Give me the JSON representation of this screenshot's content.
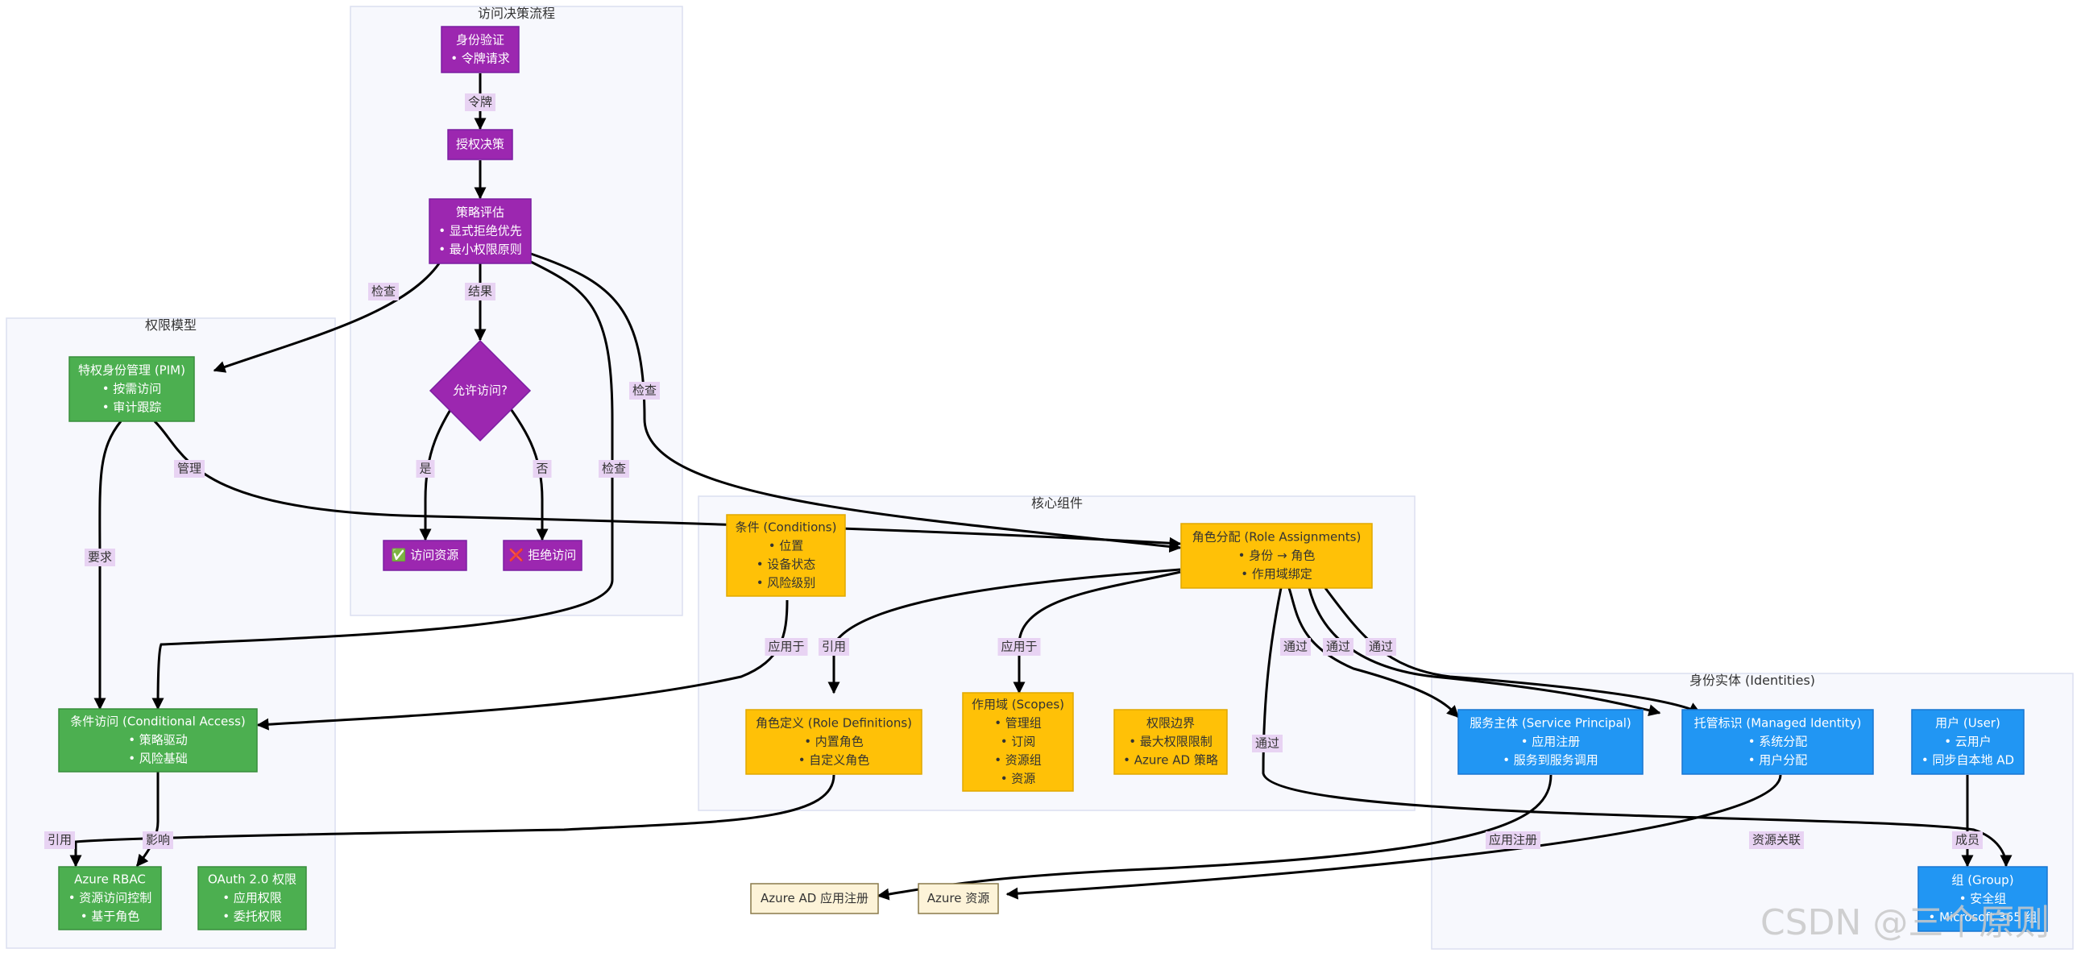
{
  "colors": {
    "purple": "#9c27b0",
    "green": "#4caf50",
    "orange": "#ffc107",
    "blue": "#2196f3",
    "cream": "#fdf3d8",
    "edge_label_bg": "#e8d3f3"
  },
  "clusters": {
    "decision_flow": "访问决策流程",
    "permission_model": "权限模型",
    "core_components": "核心组件",
    "identities": "身份实体 (Identities)"
  },
  "nodes": {
    "auth": [
      "身份验证",
      "• 令牌请求"
    ],
    "authz": [
      "授权决策"
    ],
    "policy_eval": [
      "策略评估",
      "• 显式拒绝优先",
      "• 最小权限原则"
    ],
    "allow_decision": [
      "允许访问?"
    ],
    "access_resource": [
      "✅ 访问资源"
    ],
    "deny_access": [
      "❌ 拒绝访问"
    ],
    "pim": [
      "特权身份管理 (PIM)",
      "• 按需访问",
      "• 审计跟踪"
    ],
    "conditional_access": [
      "条件访问 (Conditional Access)",
      "• 策略驱动",
      "• 风险基础"
    ],
    "azure_rbac": [
      "Azure RBAC",
      "• 资源访问控制",
      "• 基于角色"
    ],
    "oauth": [
      "OAuth 2.0 权限",
      "• 应用权限",
      "• 委托权限"
    ],
    "conditions": [
      "条件 (Conditions)",
      "• 位置",
      "• 设备状态",
      "• 风险级别"
    ],
    "role_assignments": [
      "角色分配 (Role Assignments)",
      "• 身份 → 角色",
      "• 作用域绑定"
    ],
    "role_definitions": [
      "角色定义 (Role Definitions)",
      "• 内置角色",
      "• 自定义角色"
    ],
    "scopes": [
      "作用域 (Scopes)",
      "• 管理组",
      "• 订阅",
      "• 资源组",
      "• 资源"
    ],
    "permission_boundary": [
      "权限边界",
      "• 最大权限限制",
      "• Azure AD 策略"
    ],
    "service_principal": [
      "服务主体 (Service Principal)",
      "• 应用注册",
      "• 服务到服务调用"
    ],
    "managed_identity": [
      "托管标识 (Managed Identity)",
      "• 系统分配",
      "• 用户分配"
    ],
    "user": [
      "用户 (User)",
      "• 云用户",
      "• 同步自本地 AD"
    ],
    "group": [
      "组 (Group)",
      "• 安全组",
      "• Microsoft 365 组"
    ],
    "azure_ad_app_reg": [
      "Azure AD 应用注册"
    ],
    "azure_resource": [
      "Azure 资源"
    ]
  },
  "edge_labels": {
    "token": "令牌",
    "check_pim": "检查",
    "result": "结果",
    "check_ra": "检查",
    "yes": "是",
    "no": "否",
    "check_ca": "检查",
    "manage": "管理",
    "require": "要求",
    "apply_cond": "应用于",
    "ref_roledef": "引用",
    "apply_scope": "应用于",
    "via_sp": "通过",
    "via_mi": "通过",
    "via_user": "通过",
    "via_group": "通过",
    "ref_rbac": "引用",
    "affect": "影响",
    "app_reg": "应用注册",
    "resource_link": "资源关联",
    "member": "成员"
  },
  "watermark": "CSDN @三个原则"
}
